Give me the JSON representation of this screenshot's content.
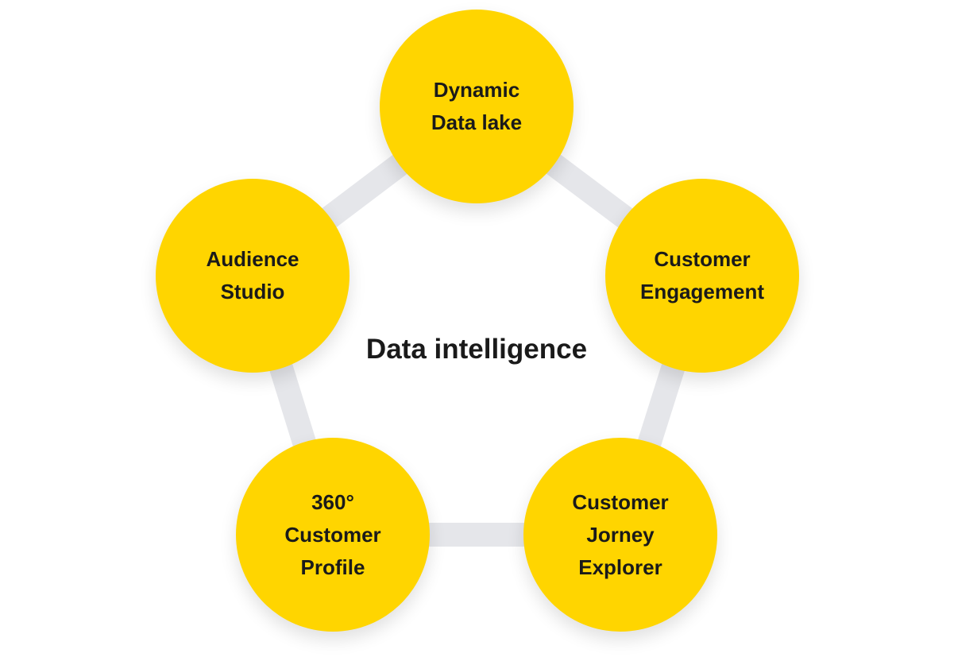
{
  "center": {
    "title": "Data intelligence"
  },
  "nodes": {
    "top": {
      "lines": [
        "Dynamic",
        "Data lake"
      ]
    },
    "left": {
      "lines": [
        "Audience",
        "Studio"
      ]
    },
    "right": {
      "lines": [
        "Customer",
        "Engagement"
      ]
    },
    "bottom_left": {
      "lines": [
        "360°",
        "Customer",
        "Profile"
      ]
    },
    "bottom_right": {
      "lines": [
        "Customer",
        "Jorney",
        "Explorer"
      ]
    }
  },
  "colors": {
    "node_fill": "#FFD500",
    "connector": "#E5E6EA",
    "text": "#1a1a1a"
  }
}
